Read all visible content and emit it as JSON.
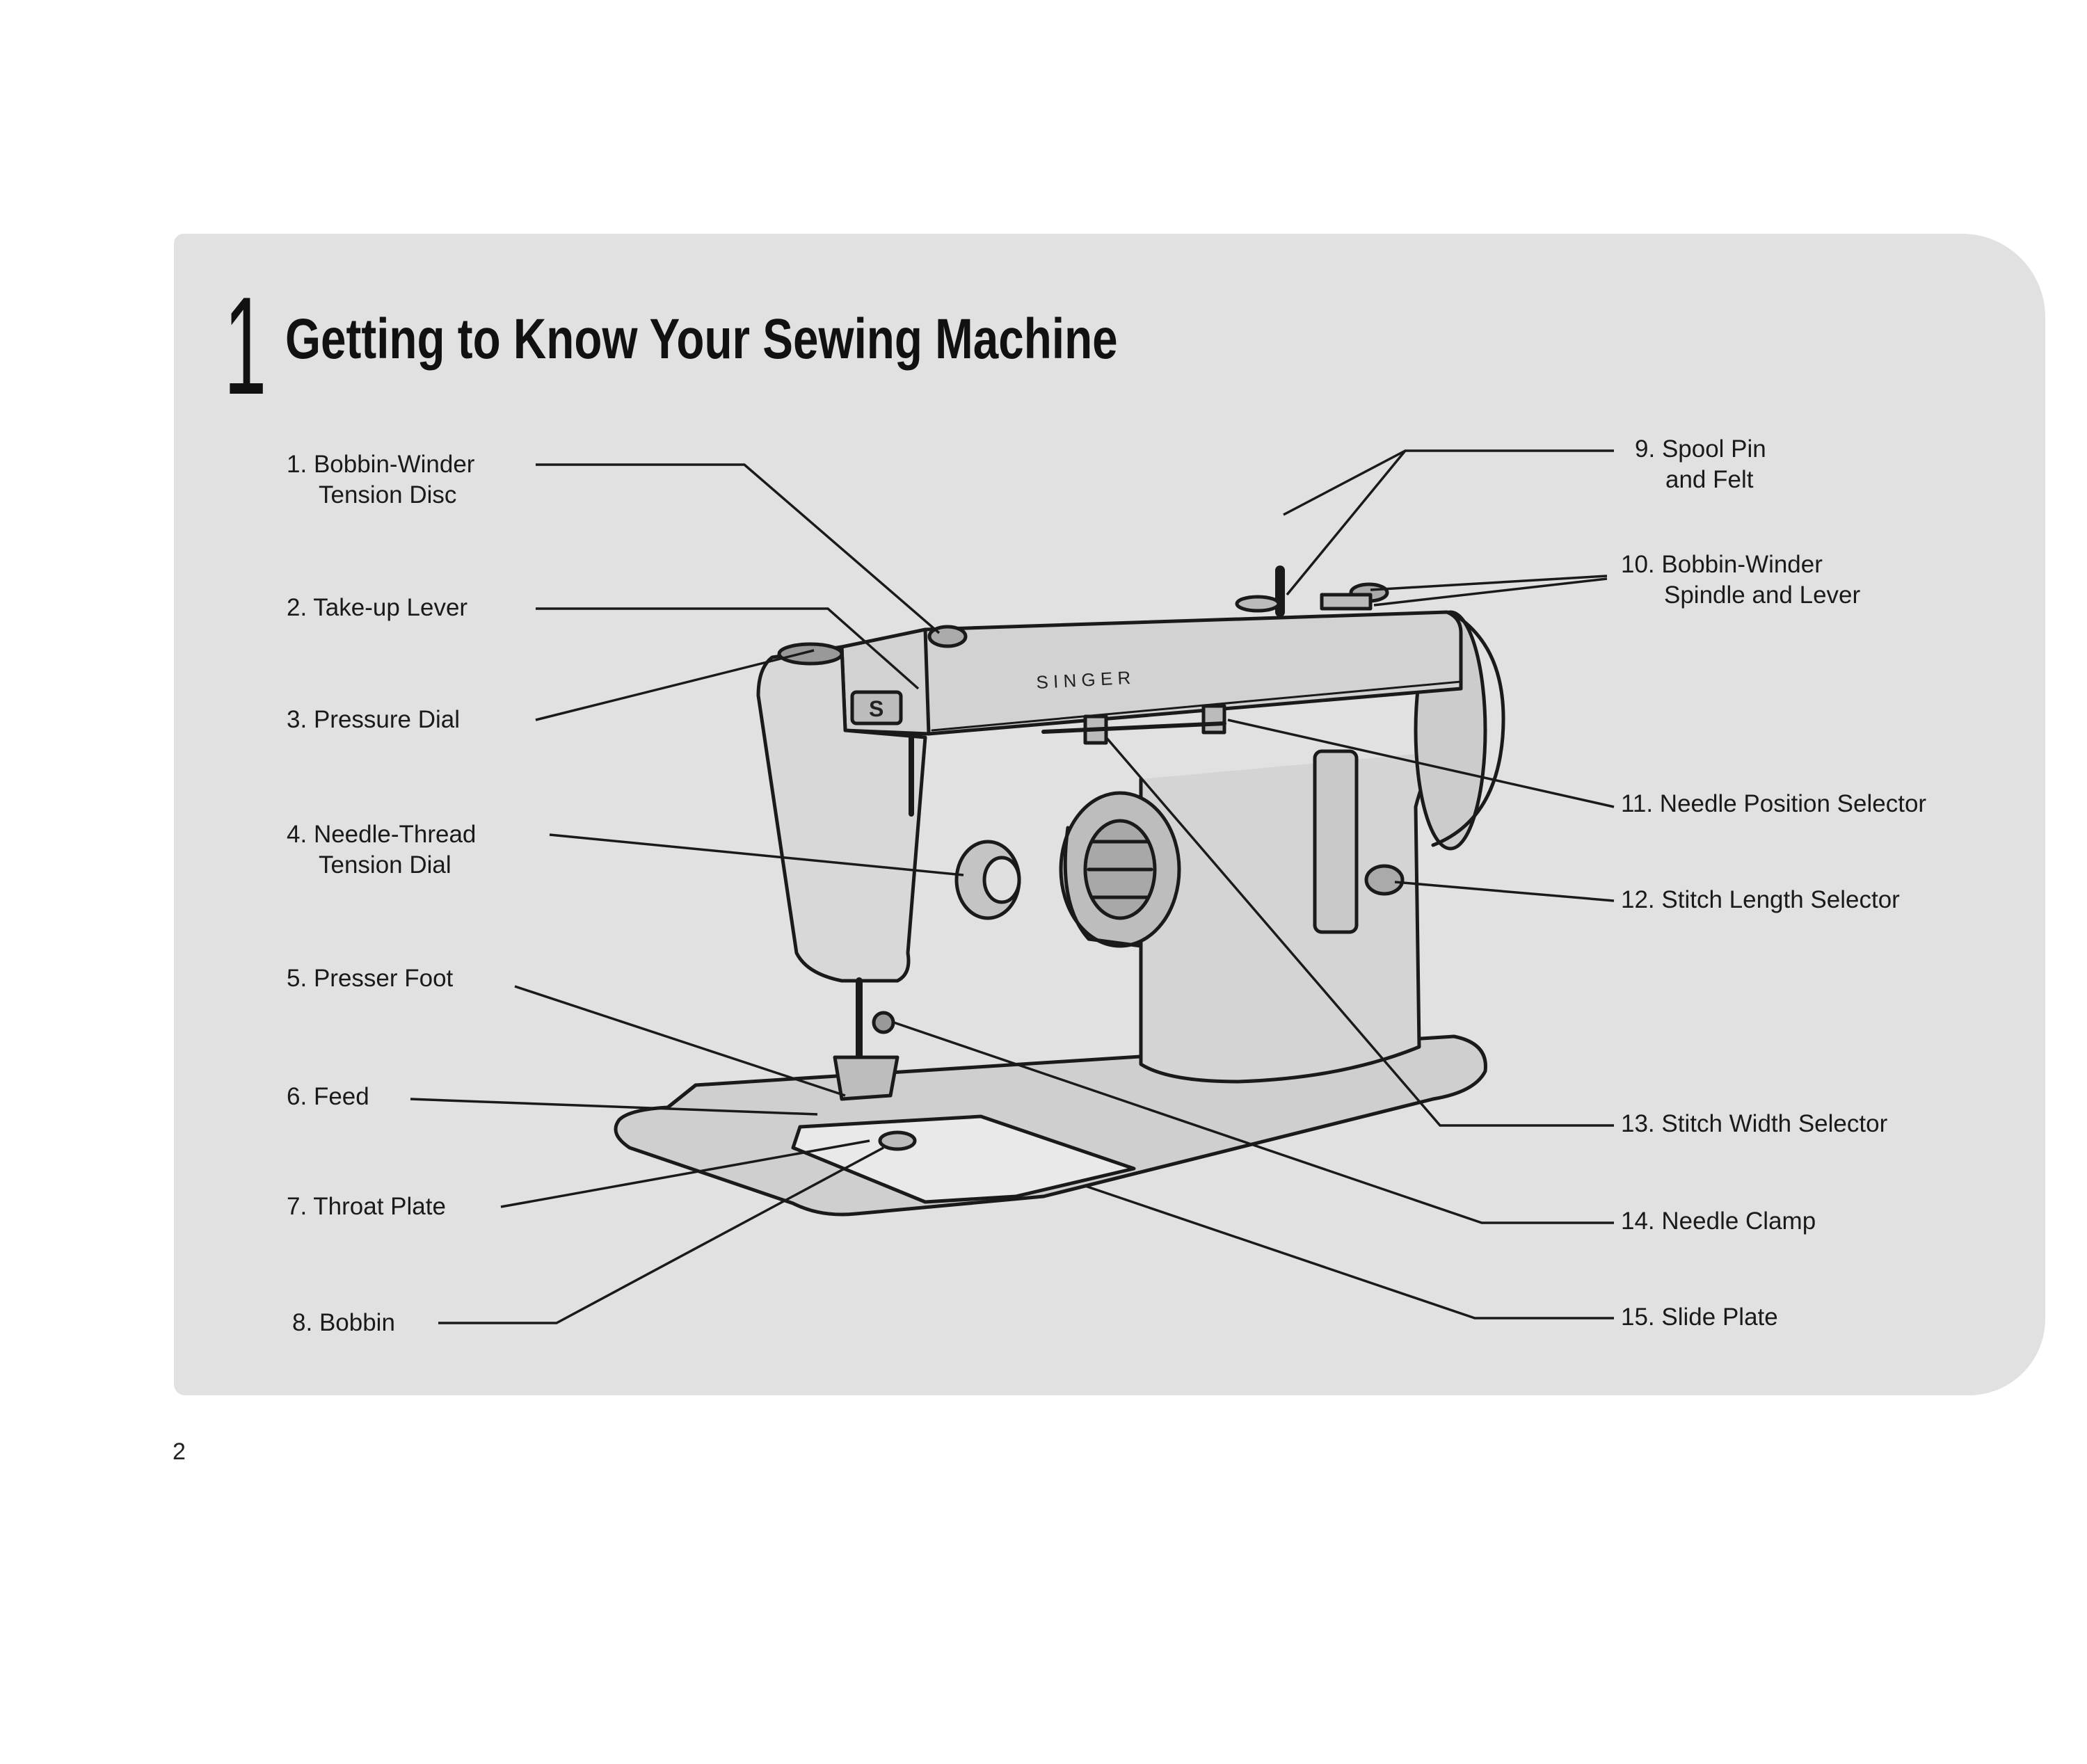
{
  "chapter": {
    "number": "1",
    "title": "Getting to Know Your Sewing Machine"
  },
  "page_number": "2",
  "machine": {
    "brand": "S I N G E R",
    "badge": "S"
  },
  "parts": [
    {
      "num": "1.",
      "line1": "Bobbin-Winder",
      "line2": "Tension Disc"
    },
    {
      "num": "2.",
      "line1": "Take-up Lever",
      "line2": ""
    },
    {
      "num": "3.",
      "line1": "Pressure Dial",
      "line2": ""
    },
    {
      "num": "4.",
      "line1": "Needle-Thread",
      "line2": "Tension Dial"
    },
    {
      "num": "5.",
      "line1": "Presser Foot",
      "line2": ""
    },
    {
      "num": "6.",
      "line1": "Feed",
      "line2": ""
    },
    {
      "num": "7.",
      "line1": "Throat Plate",
      "line2": ""
    },
    {
      "num": "8.",
      "line1": "Bobbin",
      "line2": ""
    },
    {
      "num": "9.",
      "line1": "Spool Pin",
      "line2": "and Felt"
    },
    {
      "num": "10.",
      "line1": "Bobbin-Winder",
      "line2": "Spindle and Lever"
    },
    {
      "num": "11.",
      "line1": "Needle Position Selector",
      "line2": ""
    },
    {
      "num": "12.",
      "line1": "Stitch Length Selector",
      "line2": ""
    },
    {
      "num": "13.",
      "line1": "Stitch Width Selector",
      "line2": ""
    },
    {
      "num": "14.",
      "line1": "Needle Clamp",
      "line2": ""
    },
    {
      "num": "15.",
      "line1": "Slide Plate",
      "line2": ""
    }
  ]
}
